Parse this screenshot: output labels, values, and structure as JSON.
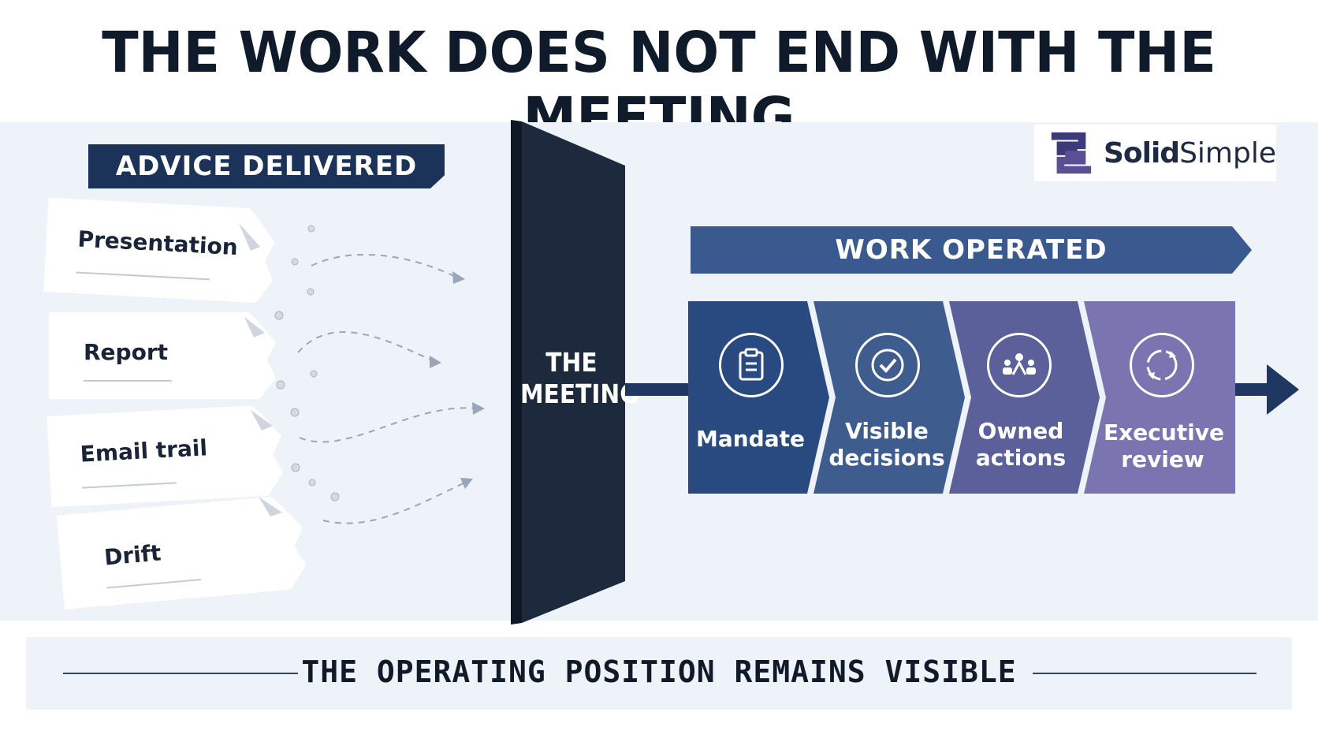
{
  "title": "THE WORK DOES NOT END WITH THE MEETING",
  "left": {
    "banner": "ADVICE DELIVERED",
    "documents": [
      "Presentation",
      "Report",
      "Email trail",
      "Drift"
    ]
  },
  "wall": {
    "line1": "THE",
    "line2": "MEETING"
  },
  "right": {
    "banner": "WORK OPERATED",
    "steps": [
      {
        "line1": "Mandate",
        "line2": "",
        "icon": "clipboard-icon"
      },
      {
        "line1": "Visible",
        "line2": "decisions",
        "icon": "check-circle-icon"
      },
      {
        "line1": "Owned",
        "line2": "actions",
        "icon": "people-icon"
      },
      {
        "line1": "Executive",
        "line2": "review",
        "icon": "cycle-icon"
      }
    ]
  },
  "logo": {
    "bold": "Solid",
    "regular": "Simple"
  },
  "footer": "THE OPERATING POSITION REMAINS VISIBLE",
  "colors": {
    "navy": "#1b3358",
    "wall": "#1d2a3d",
    "step1": "#284a80",
    "step2": "#3e5d8e",
    "step3": "#5b5f9a",
    "step4": "#7a75b0",
    "panel": "#eef3f9"
  }
}
